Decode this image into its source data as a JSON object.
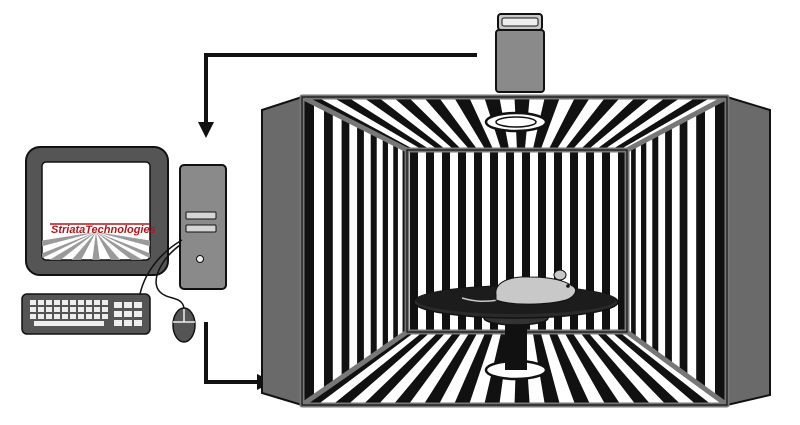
{
  "diagram": {
    "monitor_brand": "StriataTechnologies",
    "colors": {
      "ink": "#111111",
      "dark_gray": "#555555",
      "mid_gray": "#8a8a8a",
      "light_gray": "#c8c8c8",
      "brand_red": "#b3161b",
      "white": "#ffffff"
    },
    "components": [
      "computer",
      "overhead-camera",
      "optomotor-drum",
      "rotating-platform",
      "mouse"
    ]
  }
}
